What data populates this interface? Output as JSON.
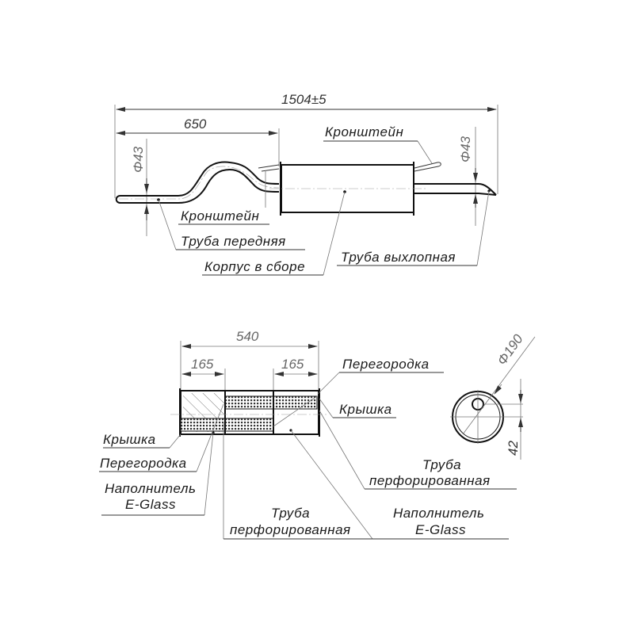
{
  "top_view": {
    "dim_total": "1504±5",
    "dim_front": "650",
    "dia_left": "Φ43",
    "dia_right": "Φ43",
    "labels": {
      "bracket_rear": "Кронштейн",
      "bracket_front": "Кронштейн",
      "front_pipe": "Труба передняя",
      "body_assembly": "Корпус в сборе",
      "exhaust_pipe": "Труба выхлопная"
    }
  },
  "section_view": {
    "dim_length": "540",
    "dim_left": "165",
    "dim_right": "165",
    "dia_body": "Φ190",
    "dim_offset": "42",
    "labels": {
      "partition_right": "Перегородка",
      "cap_right": "Крышка",
      "cap_left": "Крышка",
      "partition_left": "Перегородка",
      "filler_left_1": "Наполнитель",
      "filler_left_2": "E-Glass",
      "perf_pipe_bottom_1": "Труба",
      "perf_pipe_bottom_2": "перфорированная",
      "perf_pipe_right_1": "Труба",
      "perf_pipe_right_2": "перфорированная",
      "filler_right_1": "Наполнитель",
      "filler_right_2": "E-Glass"
    }
  }
}
